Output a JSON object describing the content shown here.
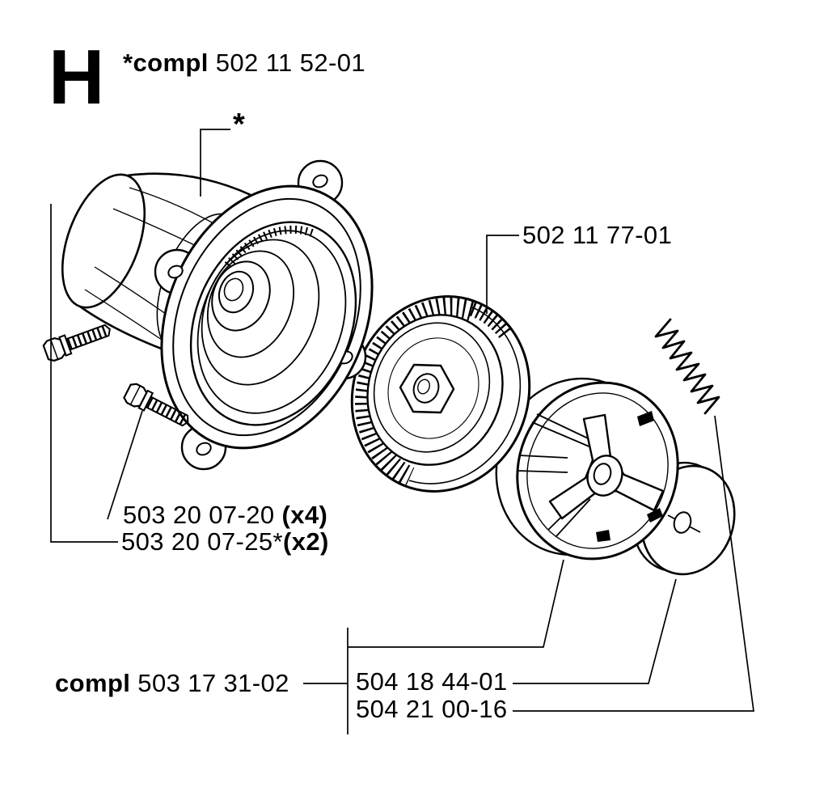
{
  "page": {
    "section_letter": "H",
    "background_color": "#ffffff",
    "line_color": "#000000"
  },
  "labels": {
    "assembly_compl": {
      "prefix": "*compl",
      "number": "502 11 52-01"
    },
    "housing_marker": "*",
    "clutch_drum": {
      "number": "502 11 77-01"
    },
    "screw_x4": {
      "number": "503 20 07-20",
      "qty": "(x4)"
    },
    "screw_x2": {
      "number": "503 20 07-25*",
      "qty": "(x2)"
    },
    "clutch_compl": {
      "prefix": "compl",
      "number": "503 17 31-02"
    },
    "clutch_center": {
      "number": "504 18 44-01"
    },
    "washer": {
      "number": "504 21 00-16"
    }
  }
}
